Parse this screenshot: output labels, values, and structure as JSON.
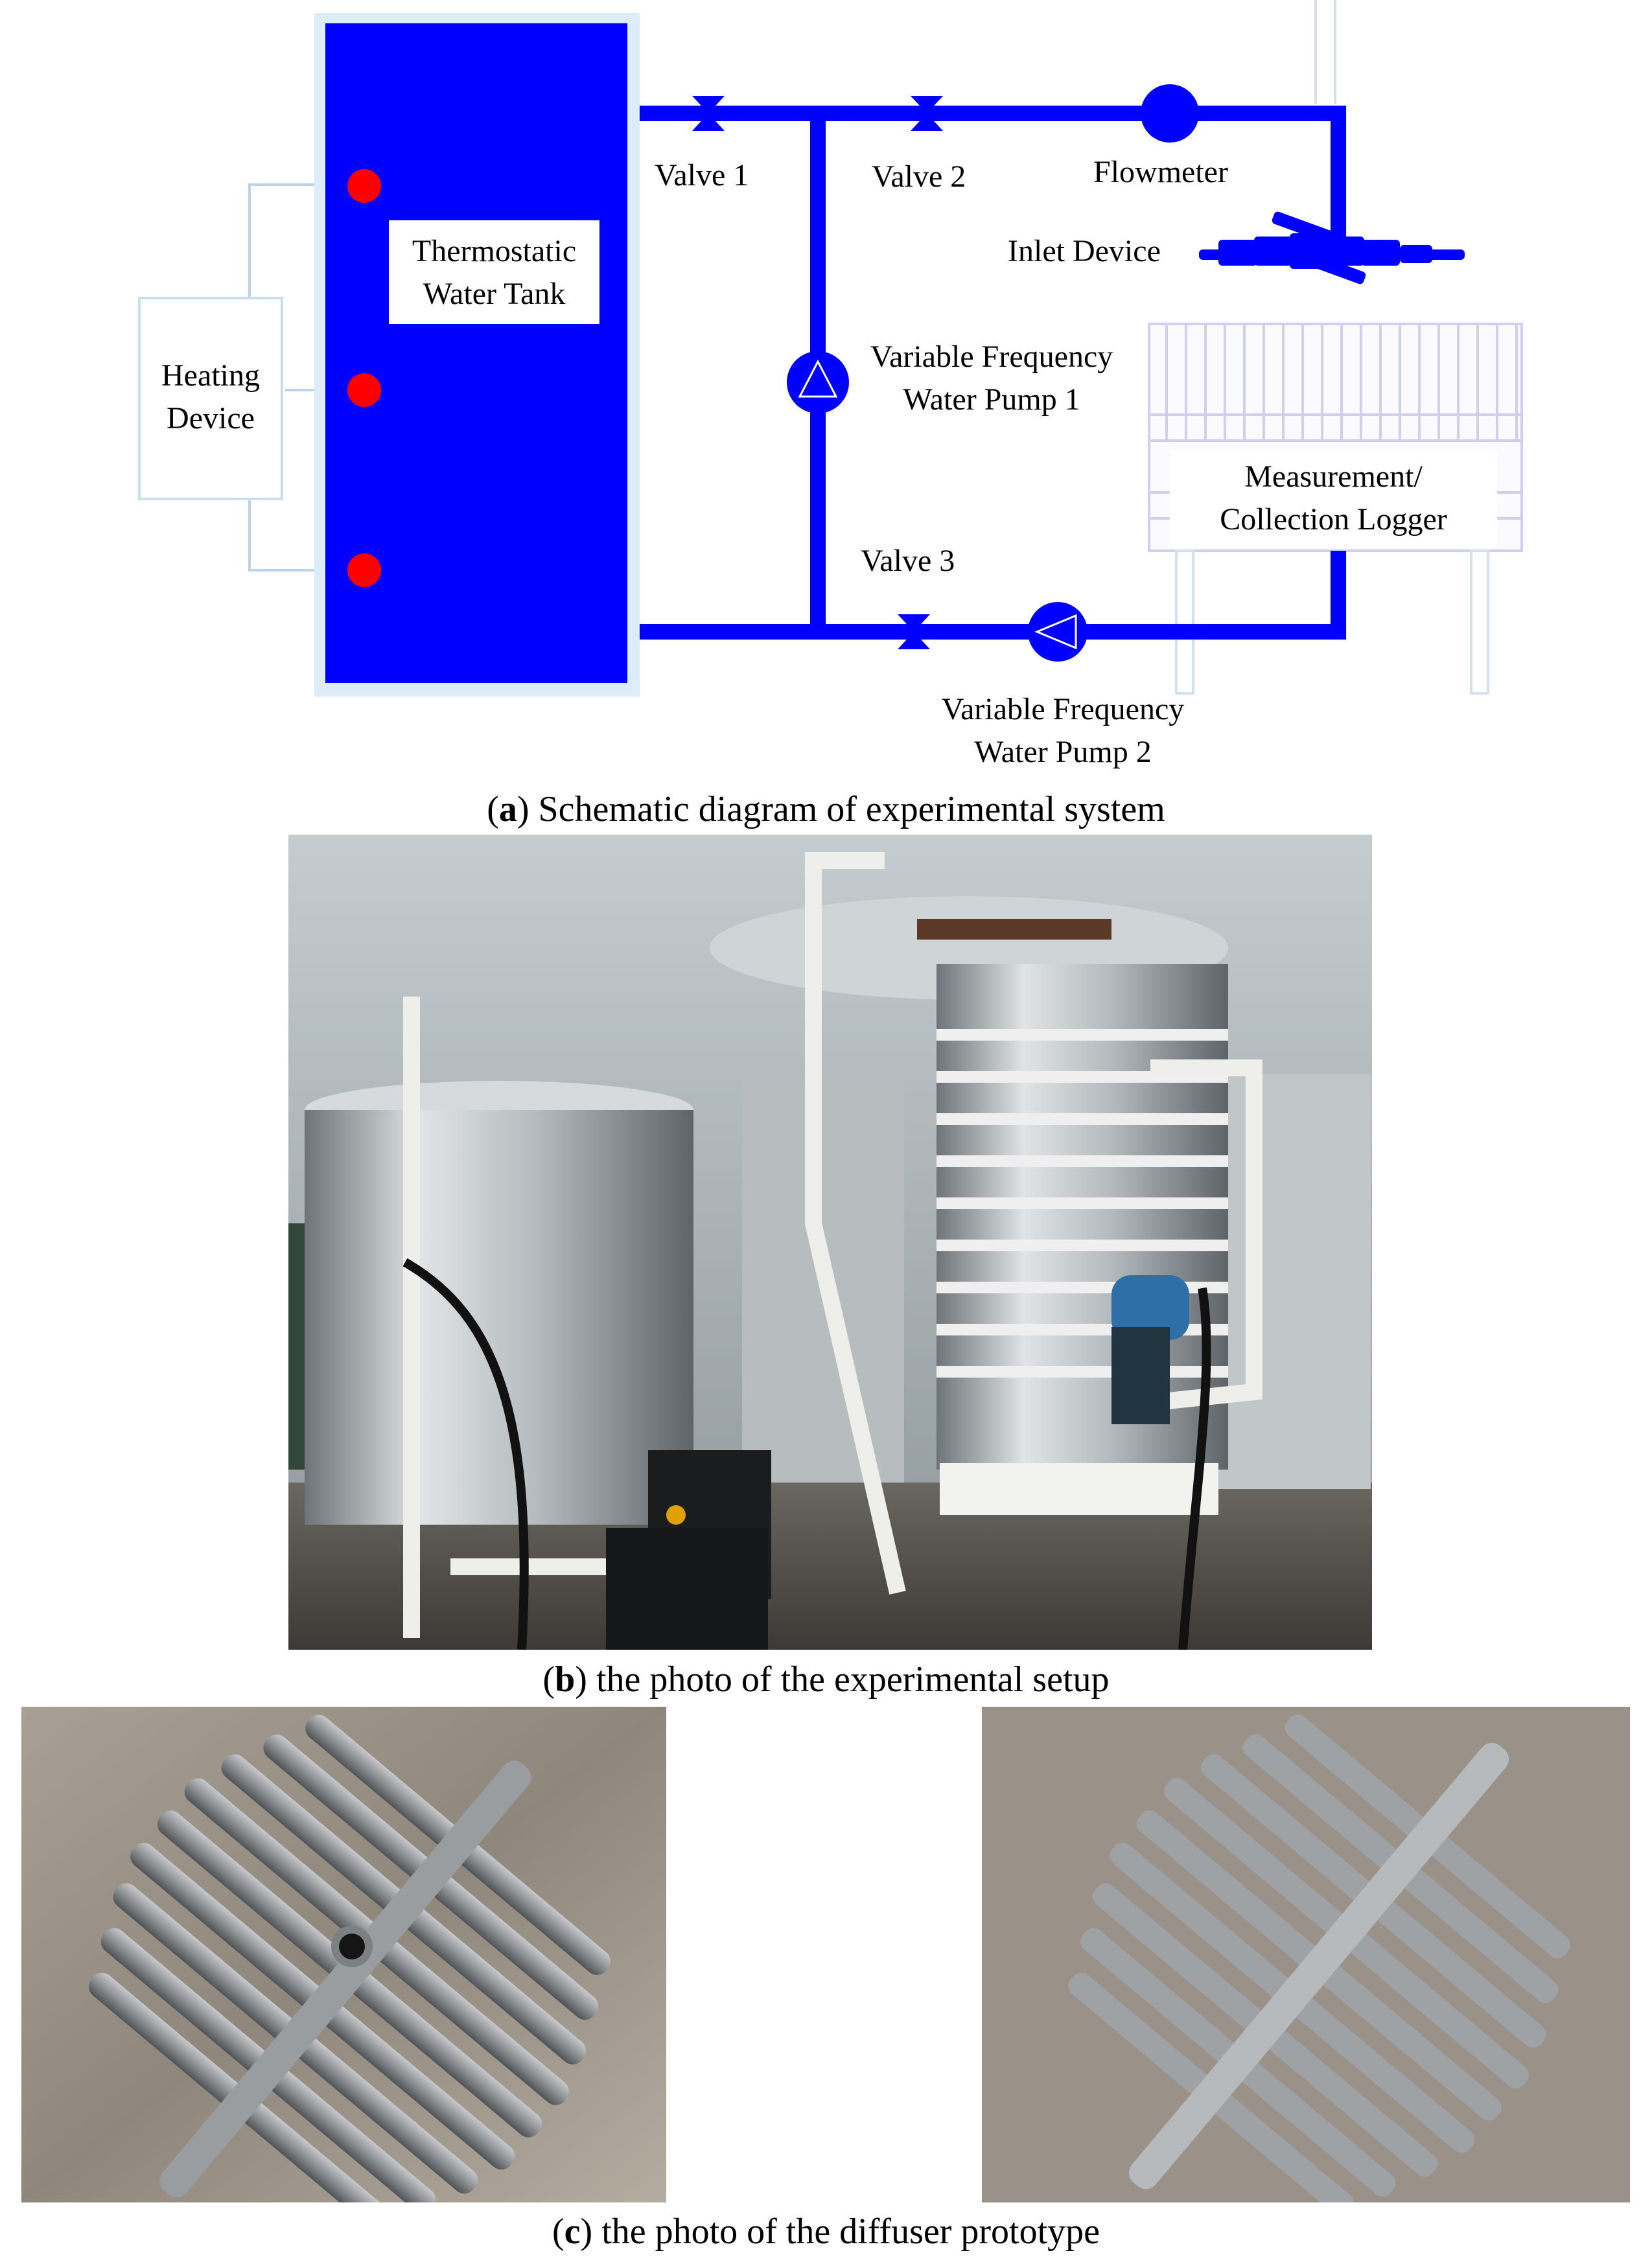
{
  "diagram": {
    "colors": {
      "pipe": "#0000ff",
      "tank": "#0000ff",
      "dot": "#ff0000",
      "box_border": "#c8ddee",
      "grid": "#cfcff0"
    },
    "tank_label_line1": "Thermostatic",
    "tank_label_line2": "Water Tank",
    "heating_line1": "Heating",
    "heating_line2": "Device",
    "valve1": "Valve 1",
    "valve2": "Valve 2",
    "valve3": "Valve 3",
    "flowmeter": "Flowmeter",
    "inlet": "Inlet Device",
    "pump1_line1": "Variable Frequency",
    "pump1_line2": "Water Pump 1",
    "pump2_line1": "Variable Frequency",
    "pump2_line2": "Water Pump 2",
    "logger_line1": "Measurement/",
    "logger_line2": "Collection Logger"
  },
  "captions": {
    "a_letter": "a",
    "a_text": " Schematic diagram of experimental system",
    "b_letter": "b",
    "b_text": " the photo of the experimental setup",
    "c_letter": "c",
    "c_text": " the photo of the diffuser prototype"
  }
}
